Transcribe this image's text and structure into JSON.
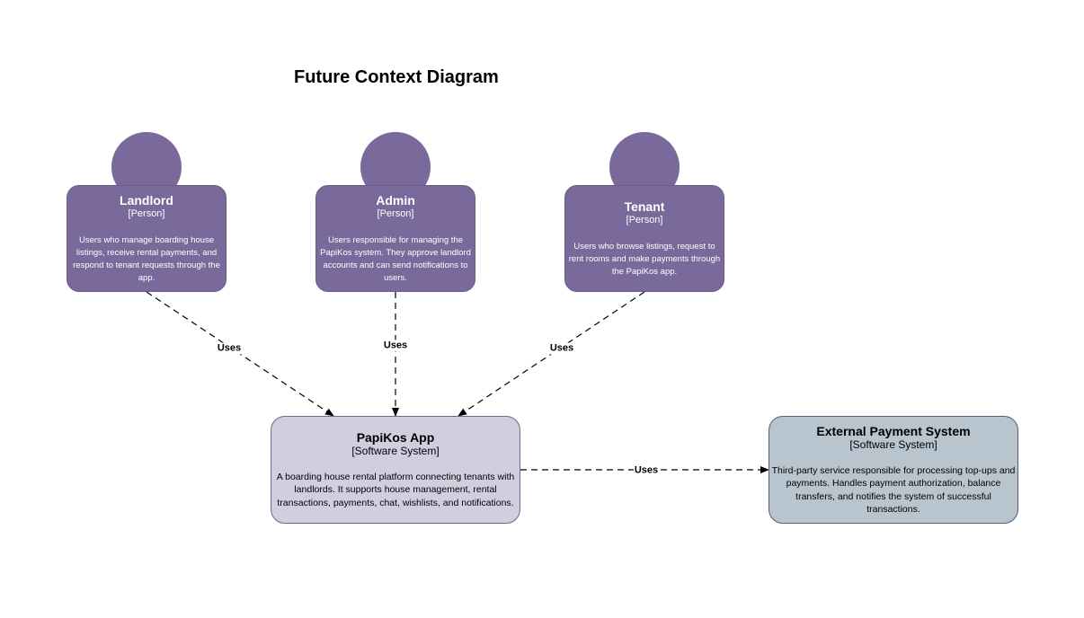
{
  "title": "Future Context Diagram",
  "colors": {
    "person_fill": "#7a6a9c",
    "main_system_fill": "#d0cfe0",
    "external_system_fill": "#b8c4ce",
    "edge": "#000000"
  },
  "persons": [
    {
      "name": "Landlord",
      "kind": "[Person]",
      "description": "Users who manage boarding house listings, receive rental payments, and respond to tenant requests through the app."
    },
    {
      "name": "Admin",
      "kind": "[Person]",
      "description": "Users responsible for managing the PapiKos system. They approve landlord accounts and can send notifications to users."
    },
    {
      "name": "Tenant",
      "kind": "[Person]",
      "description": "Users who browse listings, request to rent rooms and make payments through the PapiKos app."
    }
  ],
  "systems": {
    "main": {
      "name": "PapiKos App",
      "kind": "[Software System]",
      "description": "A boarding house rental platform connecting tenants with landlords. It supports house management, rental transactions, payments, chat, wishlists, and notifications."
    },
    "external": {
      "name": "External Payment System",
      "kind": "[Software System]",
      "description": "Third-party service responsible for processing top-ups and payments. Handles payment authorization, balance transfers, and notifies the system of successful transactions."
    }
  },
  "edges": [
    {
      "from": "Landlord",
      "to": "PapiKos App",
      "label": "Uses"
    },
    {
      "from": "Admin",
      "to": "PapiKos App",
      "label": "Uses"
    },
    {
      "from": "Tenant",
      "to": "PapiKos App",
      "label": "Uses"
    },
    {
      "from": "PapiKos App",
      "to": "External Payment System",
      "label": "Uses"
    }
  ]
}
